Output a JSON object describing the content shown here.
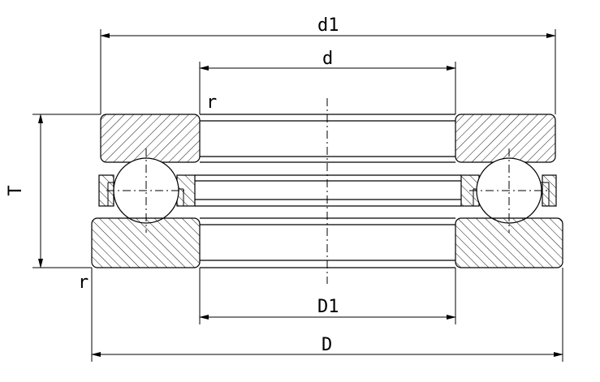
{
  "labels": {
    "d1": "d1",
    "d": "d",
    "T": "T",
    "r_top": "r",
    "r_bottom": "r",
    "D1": "D1",
    "D": "D"
  }
}
